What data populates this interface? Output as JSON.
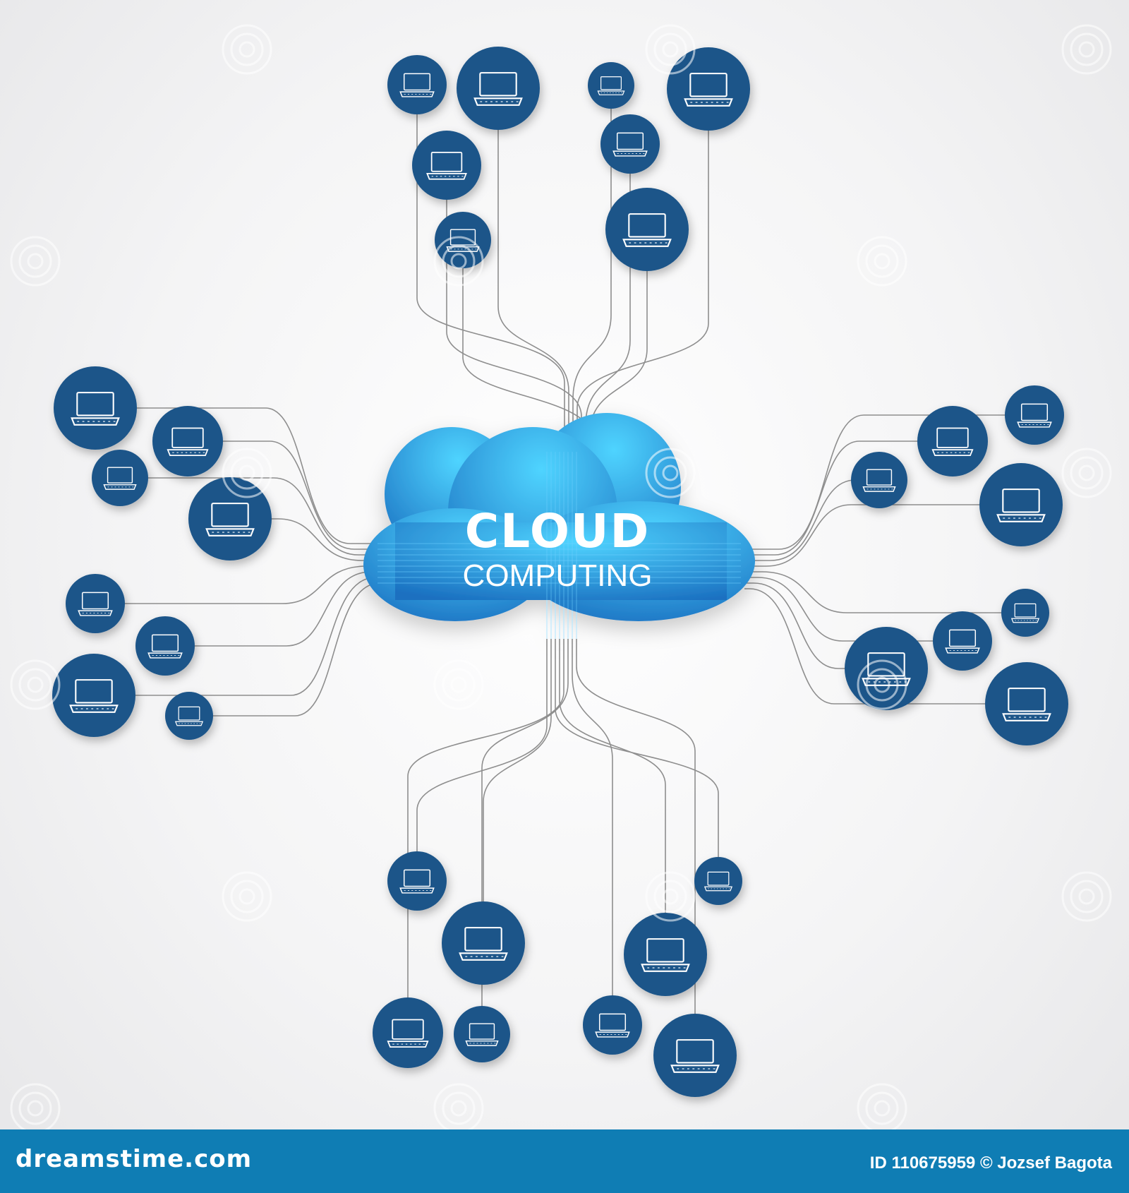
{
  "diagram": {
    "title_line1": "CLOUD",
    "title_line2": "COMPUTING",
    "node_icon": "laptop-icon",
    "colors": {
      "node_fill": "#1c5589",
      "node_icon": "#ffffff",
      "cloud_light": "#4fd4ff",
      "cloud_dark": "#1a6fc0",
      "wire": "#8e8e8e"
    },
    "watermark_text": "dreamstime"
  },
  "footer": {
    "site": "dreamstime.com",
    "credit": "ID 110675959 © Jozsef Bagota"
  }
}
